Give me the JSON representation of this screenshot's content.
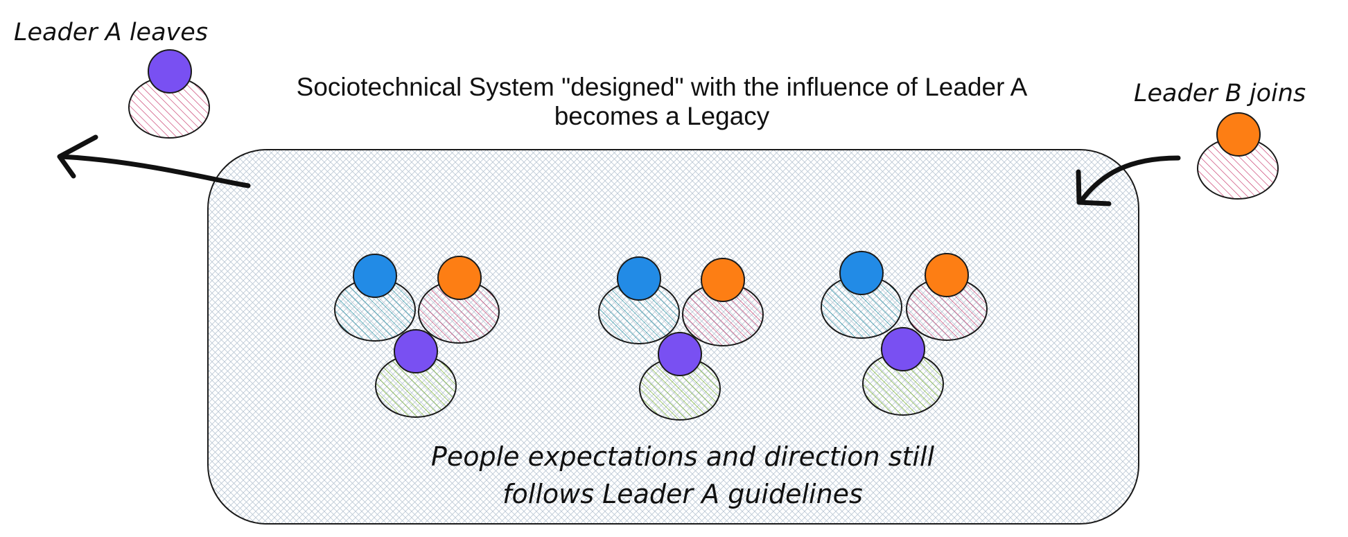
{
  "title": {
    "line1": "Sociotechnical System \"designed\" with the influence of Leader A",
    "line2": "becomes a Legacy"
  },
  "labels": {
    "leader_a": "Leader A leaves",
    "leader_b": "Leader B joins"
  },
  "caption": {
    "line1": "People expectations and direction still",
    "line2": "follows Leader A guidelines"
  },
  "colors": {
    "blue_head": "#228be6",
    "orange_head": "#fd7e14",
    "purple_head": "#7950f2",
    "teal_body": "#0c8599",
    "red_body": "#c2255c",
    "green_body": "#66a80f",
    "system_hatch": "#a5b4c4"
  },
  "groups": [
    {
      "members": [
        "blue",
        "orange",
        "purple"
      ]
    },
    {
      "members": [
        "blue",
        "orange",
        "purple"
      ]
    },
    {
      "members": [
        "blue",
        "orange",
        "purple"
      ]
    }
  ]
}
